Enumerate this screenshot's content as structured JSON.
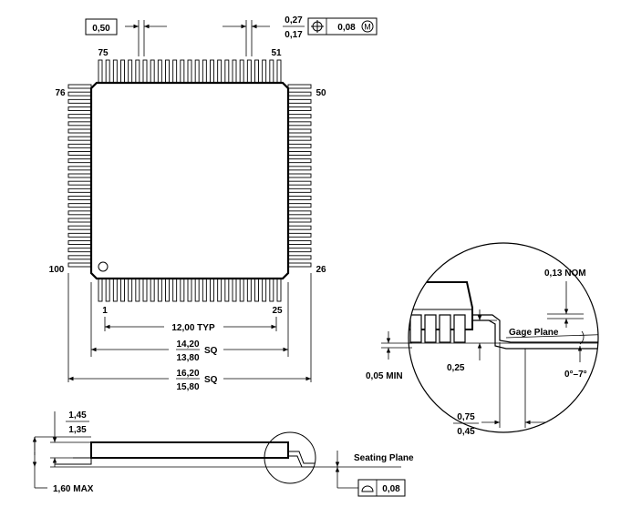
{
  "top": {
    "pitch": "0,50",
    "lead_width_max": "0,27",
    "lead_width_min": "0,17",
    "position_tolerance": "0,08",
    "mmc_symbol": "M",
    "position_symbol": "position-icon"
  },
  "pins": {
    "p75": "75",
    "p51": "51",
    "p76": "76",
    "p50": "50",
    "p100": "100",
    "p26": "26",
    "p1": "1",
    "p25": "25"
  },
  "dims": {
    "typ": "12,00 TYP",
    "body_max": "14,20",
    "body_min": "13,80",
    "body_sq": "SQ",
    "overall_max": "16,20",
    "overall_min": "15,80",
    "overall_sq": "SQ"
  },
  "side": {
    "height_max": "1,45",
    "height_min": "1,35",
    "total_max": "1,60 MAX",
    "seating_plane": "Seating Plane",
    "flatness": "0,08",
    "flatness_symbol": "flatness-icon"
  },
  "detail": {
    "nom": "0,13 NOM",
    "gage_plane": "Gage Plane",
    "min": "0,05 MIN",
    "gage_height": "0,25",
    "angle": "0°–7°",
    "foot_max": "0,75",
    "foot_min": "0,45"
  }
}
